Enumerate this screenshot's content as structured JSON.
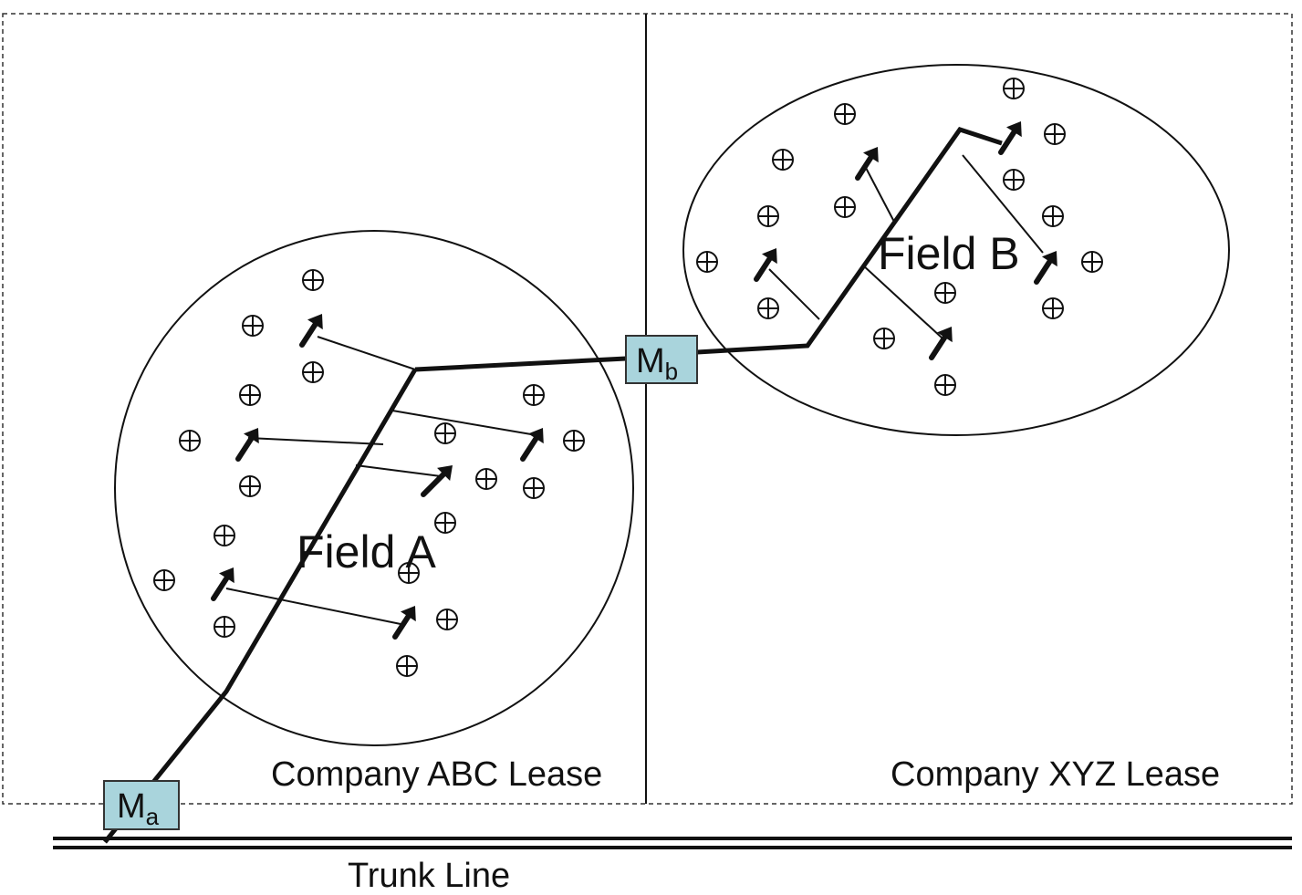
{
  "fields": {
    "a": "Field A",
    "b": "Field B"
  },
  "leases": {
    "abc": "Company ABC Lease",
    "xyz": "Company XYZ Lease"
  },
  "meters": {
    "a": {
      "base": "M",
      "sub": "a"
    },
    "b": {
      "base": "M",
      "sub": "b"
    }
  },
  "trunk_line": "Trunk Line",
  "colors": {
    "meter_fill": "#a9d4dc",
    "line": "#111111"
  },
  "icons": {
    "well": "circle-plus",
    "injector": "arrow-up-right"
  }
}
